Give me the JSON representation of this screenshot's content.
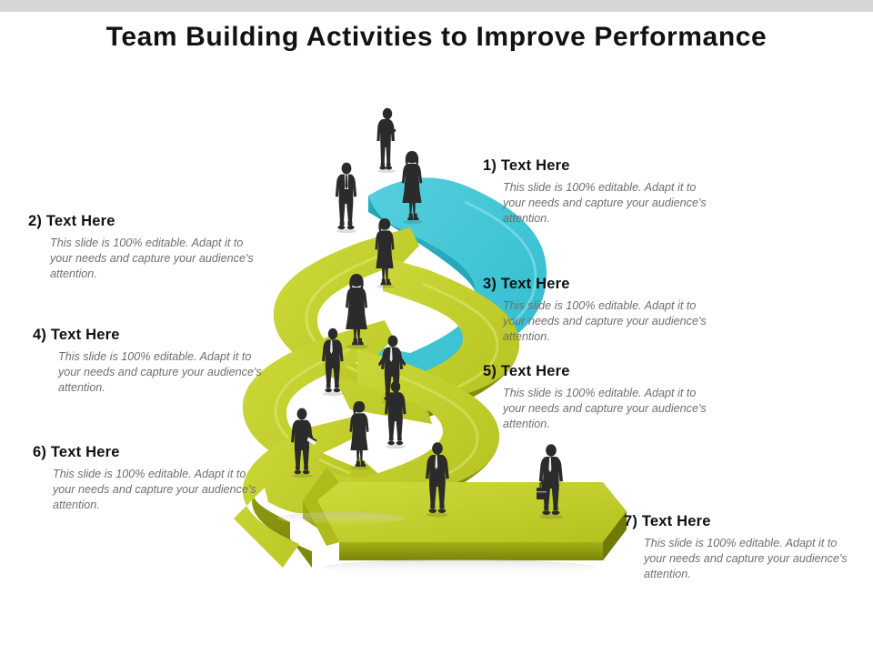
{
  "slide": {
    "title": "Team Building Activities to Improve Performance",
    "background_color": "#ffffff",
    "top_band_color": "#d6d6d6"
  },
  "palette": {
    "teal_top": "#3fc3d4",
    "teal_side": "#22a8bb",
    "teal_dark": "#1b93a6",
    "olive_top": "#c3cf2e",
    "olive_mid": "#b2be1d",
    "olive_side": "#97a310",
    "olive_dark": "#7e8a0b",
    "figure_color": "#2b2b2b",
    "heading_color": "#101010",
    "body_color": "#6f6f6f"
  },
  "body_text": "This slide is 100% editable.  Adapt it to your needs and capture your audience's attention.",
  "blocks": [
    {
      "id": "1",
      "heading": "1) Text Here",
      "body": "This slide is 100% editable.  Adapt it to your needs and capture your audience's attention."
    },
    {
      "id": "2",
      "heading": "2) Text Here",
      "body": "This slide is 100% editable.  Adapt it to your needs and capture your audience's attention."
    },
    {
      "id": "3",
      "heading": "3) Text Here",
      "body": "This slide is 100% editable.  Adapt it to your needs and capture your audience's attention."
    },
    {
      "id": "4",
      "heading": "4) Text Here",
      "body": "This slide is 100% editable.  Adapt it to your needs and capture your audience's attention."
    },
    {
      "id": "5",
      "heading": "5) Text Here",
      "body": "This slide is 100% editable.  Adapt it to your needs and capture your audience's attention."
    },
    {
      "id": "6",
      "heading": "6) Text Here",
      "body": "This slide is 100% editable.  Adapt it to your needs and capture your audience's attention."
    },
    {
      "id": "7",
      "heading": "7) Text Here",
      "body": "This slide is 100% editable.  Adapt it to your needs and capture your audience's attention."
    }
  ],
  "graphic": {
    "name": "serpentine-3d-arrow-path",
    "segments": 7,
    "colored_segments": [
      {
        "index": 1,
        "color": "teal"
      },
      {
        "index": 2,
        "color": "olive"
      },
      {
        "index": 3,
        "color": "olive"
      },
      {
        "index": 4,
        "color": "olive"
      },
      {
        "index": 5,
        "color": "olive"
      },
      {
        "index": 6,
        "color": "olive"
      },
      {
        "index": 7,
        "color": "olive"
      }
    ],
    "people_count": 12,
    "people": [
      {
        "id": "p1",
        "pose": "man-arms-crossed"
      },
      {
        "id": "p2",
        "pose": "woman-standing"
      },
      {
        "id": "p3",
        "pose": "man-walking"
      },
      {
        "id": "p4",
        "pose": "woman-arms-crossed"
      },
      {
        "id": "p5",
        "pose": "man-hands-hips"
      },
      {
        "id": "p6",
        "pose": "woman-standing"
      },
      {
        "id": "p7",
        "pose": "man-standing"
      },
      {
        "id": "p8",
        "pose": "woman-arms-crossed"
      },
      {
        "id": "p9",
        "pose": "man-hands-in-pockets"
      },
      {
        "id": "p10",
        "pose": "man-holding-folder"
      },
      {
        "id": "p11",
        "pose": "man-hand-on-chin"
      },
      {
        "id": "p12",
        "pose": "man-with-briefcase"
      }
    ]
  }
}
